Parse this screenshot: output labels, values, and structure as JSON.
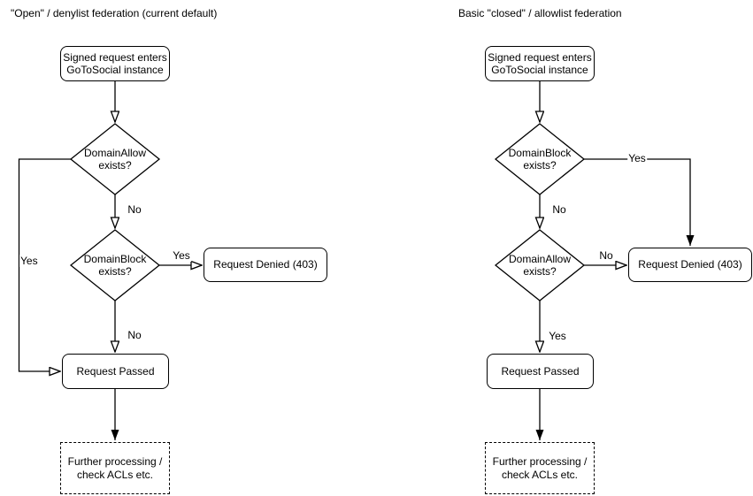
{
  "colors": {
    "stroke": "#000000",
    "fill": "#ffffff",
    "text": "#000000"
  },
  "left_chart": {
    "title": "\"Open\" / denylist federation (current default)",
    "start_box": "Signed request enters\nGoToSocial instance",
    "decision1": "DomainAllow\nexists?",
    "decision1_yes_label": "Yes",
    "decision1_no_label": "No",
    "decision2": "DomainBlock\nexists?",
    "decision2_yes_label": "Yes",
    "decision2_no_label": "No",
    "denied_box": "Request Denied (403)",
    "passed_box": "Request Passed",
    "further_box": "Further processing /\ncheck ACLs etc."
  },
  "right_chart": {
    "title": "Basic \"closed\" / allowlist federation",
    "start_box": "Signed request enters\nGoToSocial instance",
    "decision1": "DomainBlock\nexists?",
    "decision1_yes_label": "Yes",
    "decision1_no_label": "No",
    "decision2": "DomainAllow\nexists?",
    "decision2_yes_label": "Yes",
    "decision2_no_label": "No",
    "denied_box": "Request Denied (403)",
    "passed_box": "Request Passed",
    "further_box": "Further processing /\ncheck ACLs etc."
  }
}
